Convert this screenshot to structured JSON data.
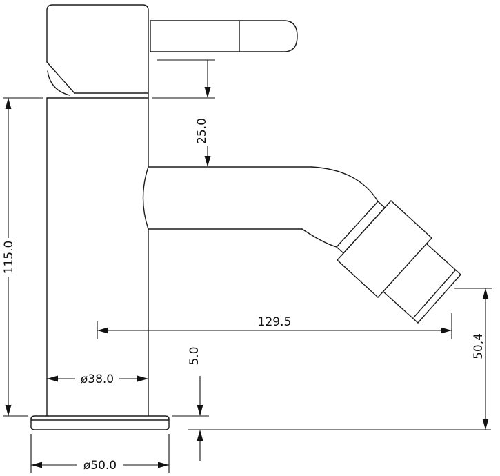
{
  "colors": {
    "line": "#1a1a1a",
    "dimension": "#111111",
    "background": "#ffffff"
  },
  "dimensions": {
    "total_height": "115.0",
    "body_top_to_spout": "25.0",
    "spout_reach": "129.5",
    "outlet_to_surface": "50,4",
    "base_height": "5.0",
    "body_diameter": "ø38.0",
    "base_diameter": "ø50.0"
  }
}
